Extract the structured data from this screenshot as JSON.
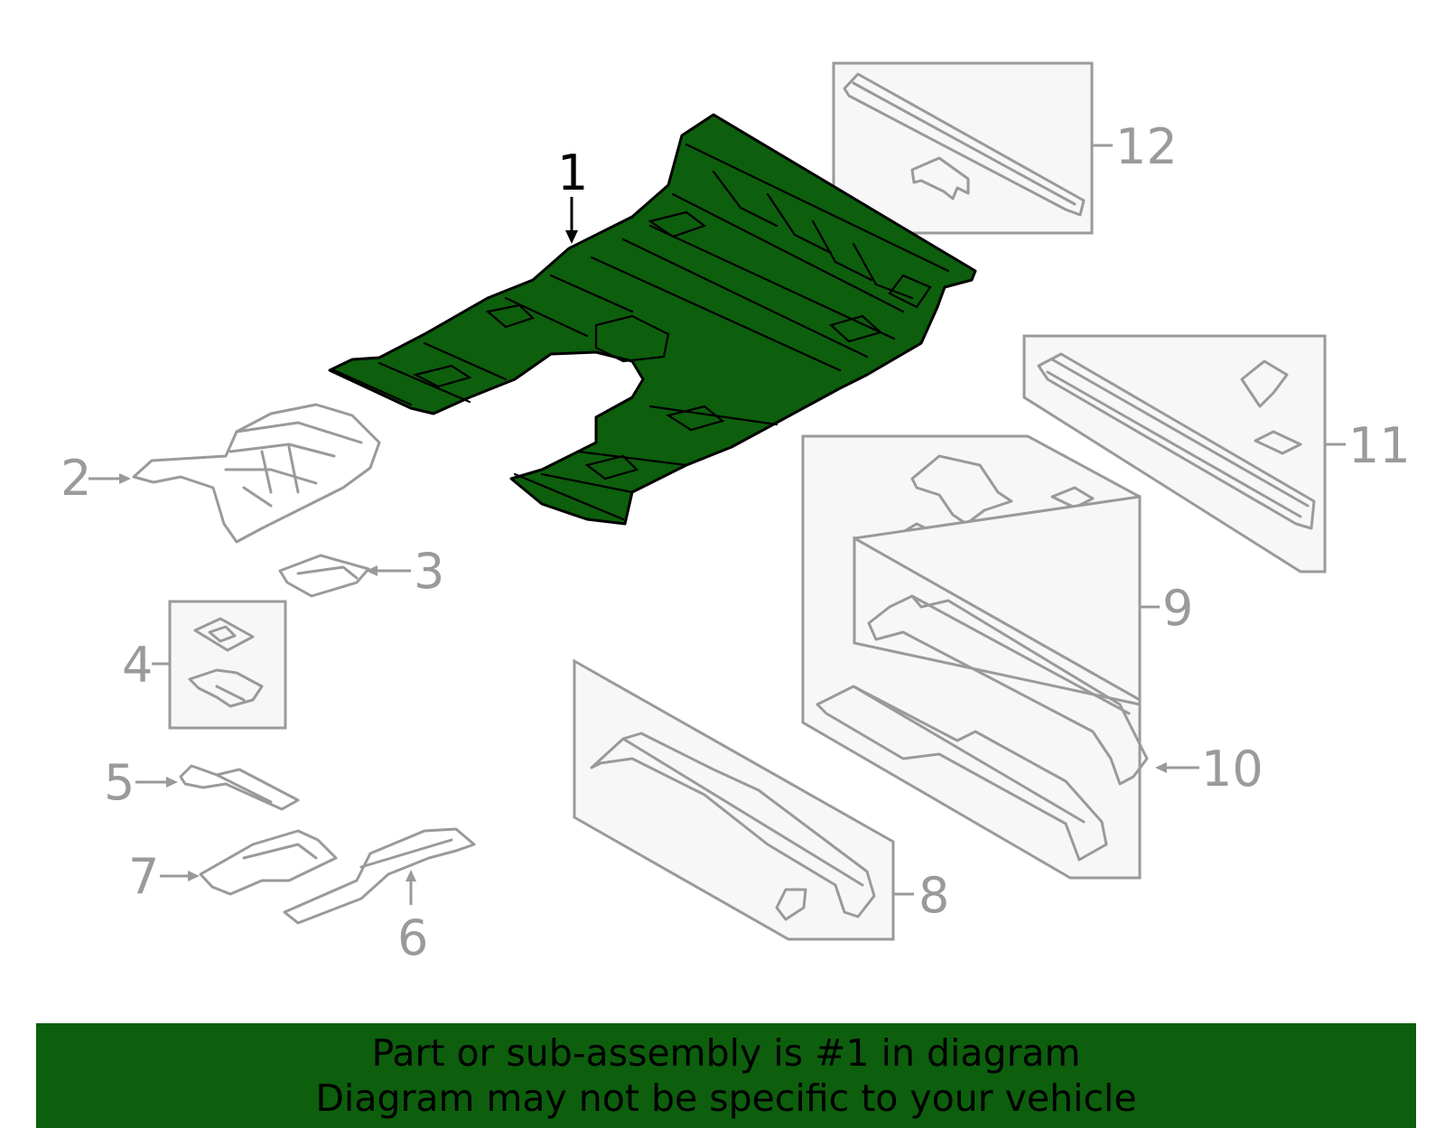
{
  "diagram": {
    "callouts": {
      "c1": "1",
      "c2": "2",
      "c3": "3",
      "c4": "4",
      "c5": "5",
      "c6": "6",
      "c7": "7",
      "c8": "8",
      "c9": "9",
      "c10": "10",
      "c11": "11",
      "c12": "12"
    },
    "highlight_color": "#0d5e0d"
  },
  "banner": {
    "line1": "Part or sub-assembly is #1 in diagram",
    "line2": "Diagram may not be specific to your vehicle"
  }
}
